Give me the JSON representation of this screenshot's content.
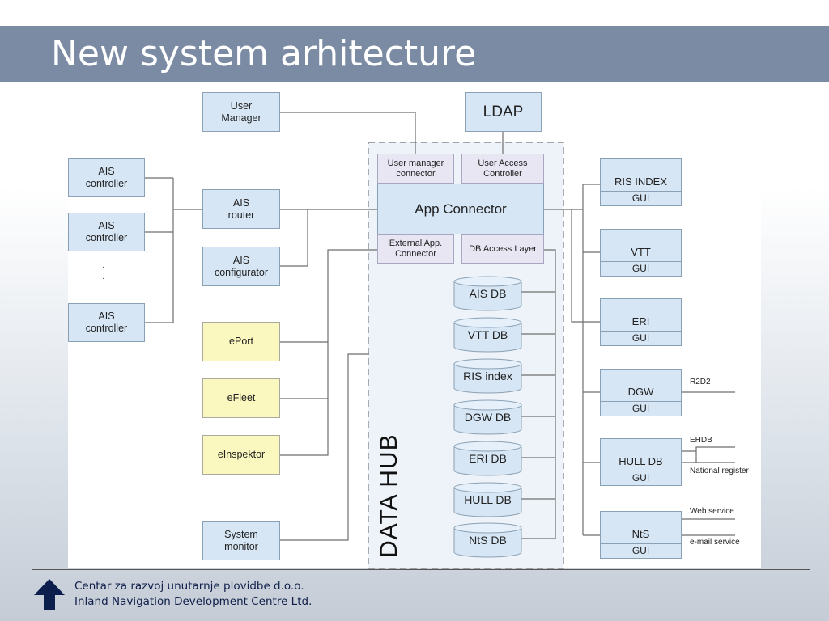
{
  "slide": {
    "title": "New system arhitecture"
  },
  "diagram": {
    "left": {
      "user_manager": "User\nManager",
      "ais_controller_1": "AIS\ncontroller",
      "ais_controller_2": "AIS\ncontroller",
      "ellipsis": "·\n·",
      "ais_controller_3": "AIS\ncontroller",
      "ais_router": "AIS\nrouter",
      "ais_configurator": "AIS\nconfigurator",
      "eport": "ePort",
      "efleet": "eFleet",
      "einspektor": "eInspektor",
      "system_monitor": "System\nmonitor"
    },
    "ldap": "LDAP",
    "hub": {
      "label": "DATA HUB",
      "user_manager_connector": "User manager\nconnector",
      "user_access_controller": "User Access\nController",
      "app_connector": "App Connector",
      "external_app_connector": "External App.\nConnector",
      "db_access_layer": "DB Access Layer",
      "databases": [
        "AIS DB",
        "VTT DB",
        "RIS index",
        "DGW DB",
        "ERI DB",
        "HULL DB",
        "NtS DB"
      ]
    },
    "right": {
      "gui_label": "GUI",
      "services": [
        "RIS INDEX",
        "VTT",
        "ERI",
        "DGW",
        "HULL DB",
        "NtS"
      ]
    },
    "external_links": {
      "r2d2": "R2D2",
      "ehdb": "EHDB",
      "national_register": "National register",
      "web_service": "Web service",
      "email_service": "e-mail service"
    }
  },
  "footer": {
    "line1": "Centar za razvoj unutarnje plovidbe d.o.o.",
    "line2": "Inland Navigation Development Centre Ltd."
  }
}
